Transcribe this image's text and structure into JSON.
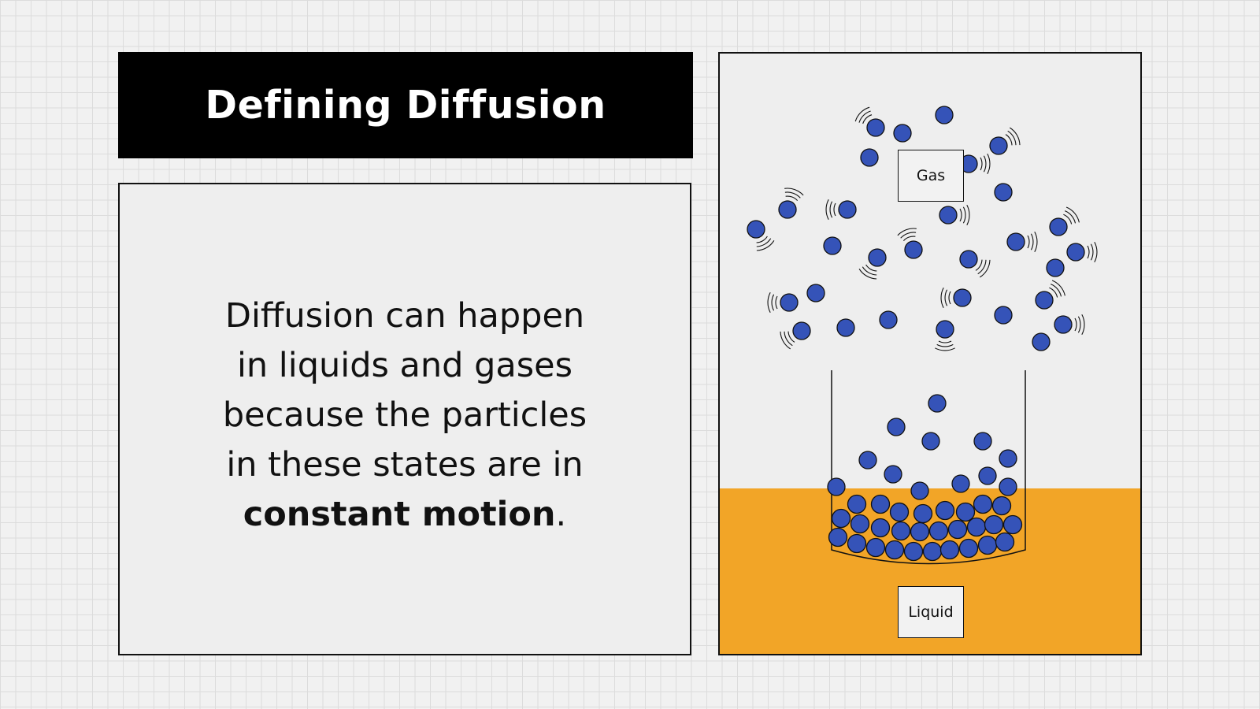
{
  "slide": {
    "title": "Defining Diffusion",
    "body_line1": "Diffusion can happen",
    "body_line2": "in liquids and gases",
    "body_line3": "because the particles",
    "body_line4": "in these states are in",
    "body_emphasis": "constant motion",
    "body_end": "."
  },
  "diagram": {
    "gas_label": "Gas",
    "liquid_label": "Liquid",
    "colors": {
      "particle": "#3553b8",
      "liquid": "#f2a527",
      "background": "#eeeeee",
      "outline": "#111111"
    }
  }
}
